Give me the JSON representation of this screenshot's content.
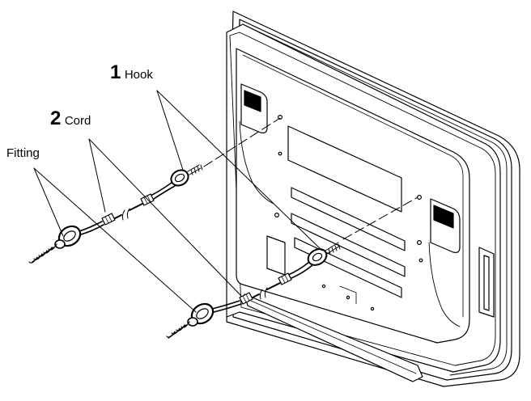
{
  "labels": {
    "hook": {
      "number": "1",
      "text": "Hook"
    },
    "cord": {
      "number": "2",
      "text": "Cord"
    },
    "fitting": {
      "text": "Fitting"
    }
  },
  "colors": {
    "line": "#000000",
    "background": "#ffffff",
    "panel_fill": "#ffffff"
  }
}
